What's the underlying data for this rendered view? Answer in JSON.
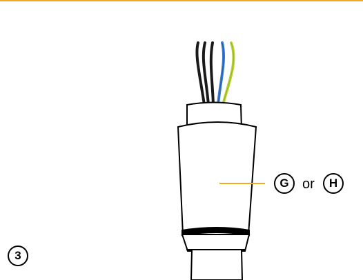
{
  "colors": {
    "accent_rule": "#f5a623",
    "callout_line": "#f5a623",
    "outline": "#000000",
    "wire_black": "#1a1a1a",
    "wire_blue": "#3a7bd5",
    "wire_green_yellow": "#b8d432",
    "background": "#ffffff"
  },
  "step": {
    "number": "3"
  },
  "callout": {
    "option_a": "G",
    "connector": "or",
    "option_b": "H"
  },
  "wires": [
    {
      "color": "black",
      "icon": "black-wire"
    },
    {
      "color": "black",
      "icon": "black-wire"
    },
    {
      "color": "black",
      "icon": "black-wire"
    },
    {
      "color": "blue",
      "icon": "blue-wire"
    },
    {
      "color": "green-yellow",
      "icon": "earth-wire"
    }
  ]
}
